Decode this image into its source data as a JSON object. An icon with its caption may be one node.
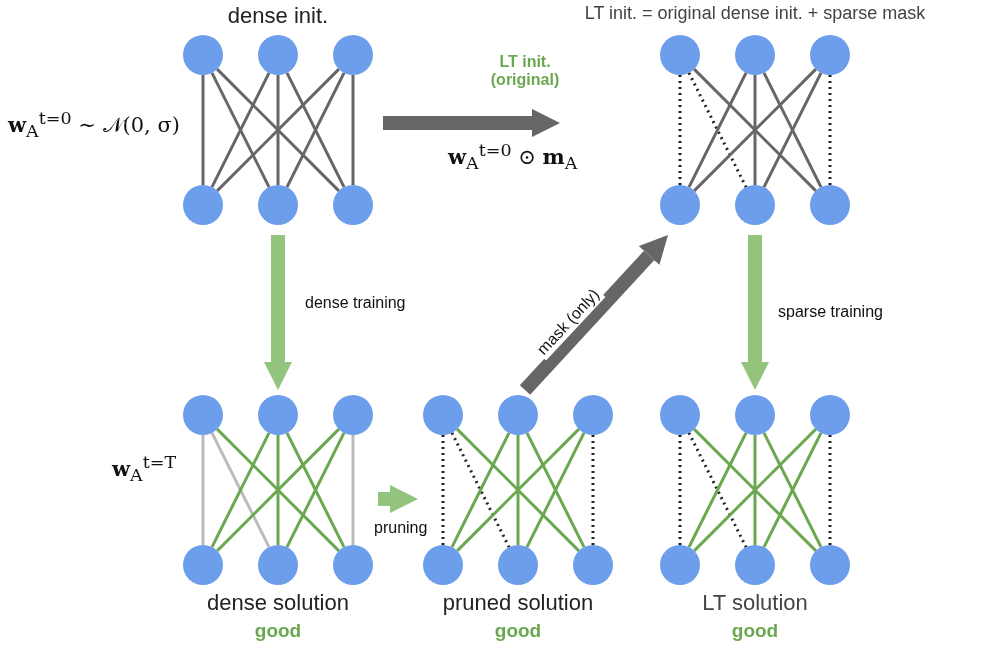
{
  "diagram": {
    "nodes": [
      {
        "text": [
          "dense init."
        ],
        "beside": [
          "**w**$_{A}$$^{t=0}$ ∼ 𝒩(0, σ)"
        ]
      },
      {
        "text": [],
        "shape": "circle",
        "in": 0
      },
      {
        "text": [],
        "shape": "circle",
        "in": 0
      },
      {
        "text": [],
        "shape": "circle",
        "in": 0
      },
      {
        "text": [],
        "shape": "circle",
        "in": 0
      },
      {
        "text": [],
        "shape": "circle",
        "in": 0
      },
      {
        "text": [],
        "shape": "circle",
        "in": 0
      },
      {
        "text": [
          "LT init. = original dense init. + sparse mask"
        ]
      },
      {
        "text": [],
        "shape": "circle",
        "in": 7
      },
      {
        "text": [],
        "shape": "circle",
        "in": 7
      },
      {
        "text": [],
        "shape": "circle",
        "in": 7
      },
      {
        "text": [],
        "shape": "circle",
        "in": 7
      },
      {
        "text": [],
        "shape": "circle",
        "in": 7
      },
      {
        "text": [],
        "shape": "circle",
        "in": 7
      },
      {
        "text": [
          "dense solution",
          "good"
        ],
        "beside": [
          "**w**$_{A}$$^{t=T}$"
        ]
      },
      {
        "text": [],
        "shape": "circle",
        "in": 14
      },
      {
        "text": [],
        "shape": "circle",
        "in": 14
      },
      {
        "text": [],
        "shape": "circle",
        "in": 14
      },
      {
        "text": [],
        "shape": "circle",
        "in": 14
      },
      {
        "text": [],
        "shape": "circle",
        "in": 14
      },
      {
        "text": [],
        "shape": "circle",
        "in": 14
      },
      {
        "text": [
          "pruned solution",
          "good"
        ]
      },
      {
        "text": [],
        "shape": "circle",
        "in": 21
      },
      {
        "text": [],
        "shape": "circle",
        "in": 21
      },
      {
        "text": [],
        "shape": "circle",
        "in": 21
      },
      {
        "text": [],
        "shape": "circle",
        "in": 21
      },
      {
        "text": [],
        "shape": "circle",
        "in": 21
      },
      {
        "text": [],
        "shape": "circle",
        "in": 21
      },
      {
        "text": [
          "LT solution",
          "good"
        ]
      },
      {
        "text": [],
        "shape": "circle",
        "in": 28
      },
      {
        "text": [],
        "shape": "circle",
        "in": 28
      },
      {
        "text": [],
        "shape": "circle",
        "in": 28
      },
      {
        "text": [],
        "shape": "circle",
        "in": 28
      },
      {
        "text": [],
        "shape": "circle",
        "in": 28
      },
      {
        "text": [],
        "shape": "circle",
        "in": 28
      }
    ],
    "edges": [
      {
        "from": 0,
        "to": 7,
        "arrow": "to",
        "label": "LT init. (original)",
        "style": "thick",
        "color": "#666666"
      },
      {
        "from": 0,
        "to": 14,
        "arrow": "to",
        "label": "dense training",
        "style": "thick",
        "color": "#93c47d"
      },
      {
        "from": 14,
        "to": 21,
        "arrow": "to",
        "label": "pruning",
        "style": "thick",
        "color": "#93c47d"
      },
      {
        "from": 21,
        "to": 7,
        "arrow": "to",
        "label": "mask (only)",
        "style": "thick",
        "color": "#666666"
      },
      {
        "from": 7,
        "to": 28,
        "arrow": "to",
        "label": "sparse training",
        "style": "thick",
        "color": "#93c47d"
      },
      {
        "from": 1,
        "to": 4,
        "arrow": "none",
        "color": "#666666"
      },
      {
        "from": 1,
        "to": 5,
        "arrow": "none",
        "color": "#666666"
      },
      {
        "from": 1,
        "to": 6,
        "arrow": "none",
        "color": "#666666"
      },
      {
        "from": 2,
        "to": 4,
        "arrow": "none",
        "color": "#666666"
      },
      {
        "from": 2,
        "to": 5,
        "arrow": "none",
        "color": "#666666"
      },
      {
        "from": 2,
        "to": 6,
        "arrow": "none",
        "color": "#666666"
      },
      {
        "from": 3,
        "to": 4,
        "arrow": "none",
        "color": "#666666"
      },
      {
        "from": 3,
        "to": 5,
        "arrow": "none",
        "color": "#666666"
      },
      {
        "from": 3,
        "to": 6,
        "arrow": "none",
        "color": "#666666"
      },
      {
        "from": 8,
        "to": 11,
        "arrow": "none",
        "style": "dashed",
        "color": "#222222"
      },
      {
        "from": 8,
        "to": 12,
        "arrow": "none",
        "style": "dashed",
        "color": "#222222"
      },
      {
        "from": 8,
        "to": 13,
        "arrow": "none",
        "color": "#666666"
      },
      {
        "from": 9,
        "to": 11,
        "arrow": "none",
        "color": "#666666"
      },
      {
        "from": 9,
        "to": 12,
        "arrow": "none",
        "color": "#666666"
      },
      {
        "from": 9,
        "to": 13,
        "arrow": "none",
        "color": "#666666"
      },
      {
        "from": 10,
        "to": 11,
        "arrow": "none",
        "color": "#666666"
      },
      {
        "from": 10,
        "to": 12,
        "arrow": "none",
        "color": "#666666"
      },
      {
        "from": 10,
        "to": 13,
        "arrow": "none",
        "style": "dashed",
        "color": "#222222"
      },
      {
        "from": 15,
        "to": 18,
        "arrow": "none",
        "color": "#bbbbbb"
      },
      {
        "from": 15,
        "to": 19,
        "arrow": "none",
        "color": "#bbbbbb"
      },
      {
        "from": 15,
        "to": 20,
        "arrow": "none"
      },
      {
        "from": 16,
        "to": 18,
        "arrow": "none"
      },
      {
        "from": 16,
        "to": 19,
        "arrow": "none"
      },
      {
        "from": 16,
        "to": 20,
        "arrow": "none"
      },
      {
        "from": 17,
        "to": 18,
        "arrow": "none"
      },
      {
        "from": 17,
        "to": 19,
        "arrow": "none"
      },
      {
        "from": 17,
        "to": 20,
        "arrow": "none",
        "color": "#bbbbbb"
      },
      {
        "from": 22,
        "to": 25,
        "arrow": "none",
        "style": "dashed",
        "color": "#222222"
      },
      {
        "from": 22,
        "to": 26,
        "arrow": "none",
        "style": "dashed",
        "color": "#222222"
      },
      {
        "from": 22,
        "to": 27,
        "arrow": "none"
      },
      {
        "from": 23,
        "to": 25,
        "arrow": "none"
      },
      {
        "from": 23,
        "to": 26,
        "arrow": "none"
      },
      {
        "from": 23,
        "to": 27,
        "arrow": "none"
      },
      {
        "from": 24,
        "to": 25,
        "arrow": "none"
      },
      {
        "from": 24,
        "to": 26,
        "arrow": "none"
      },
      {
        "from": 24,
        "to": 27,
        "arrow": "none",
        "style": "dashed",
        "color": "#222222"
      },
      {
        "from": 29,
        "to": 32,
        "arrow": "none",
        "style": "dashed",
        "color": "#222222"
      },
      {
        "from": 29,
        "to": 33,
        "arrow": "none",
        "style": "dashed",
        "color": "#222222"
      },
      {
        "from": 29,
        "to": 34,
        "arrow": "none"
      },
      {
        "from": 30,
        "to": 32,
        "arrow": "none"
      },
      {
        "from": 30,
        "to": 33,
        "arrow": "none"
      },
      {
        "from": 30,
        "to": 34,
        "arrow": "none"
      },
      {
        "from": 31,
        "to": 32,
        "arrow": "none"
      },
      {
        "from": 31,
        "to": 33,
        "arrow": "none"
      },
      {
        "from": 31,
        "to": 34,
        "arrow": "none",
        "style": "dashed",
        "color": "#222222"
      }
    ],
    "labels": [
      "**w**$_{A}$$^{t=0}$ ⊙ **m**$_{A}$"
    ]
  }
}
